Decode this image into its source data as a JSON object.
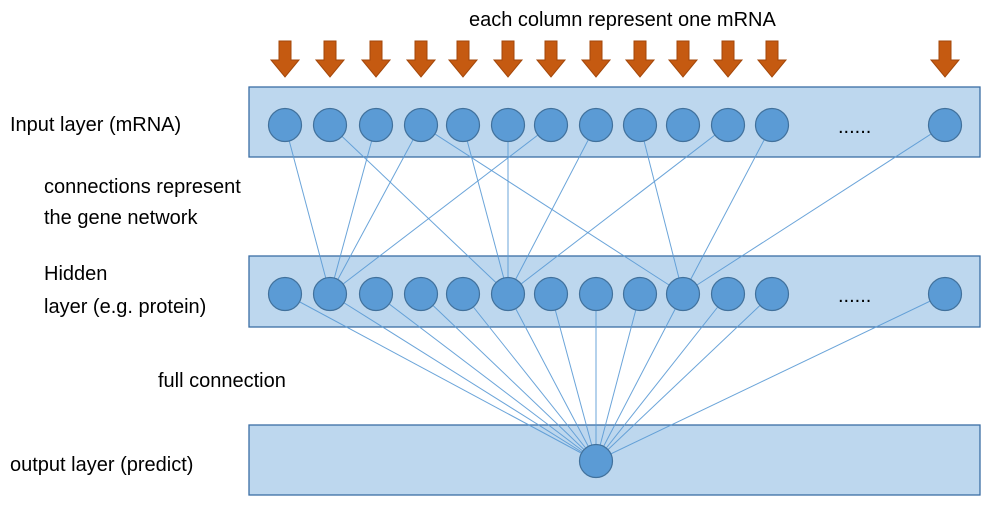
{
  "labels": {
    "header": "each column represent one mRNA",
    "input_layer": "Input layer (mRNA)",
    "connections_line1": "connections represent",
    "connections_line2": "the gene network",
    "hidden_line1": "Hidden",
    "hidden_line2": "layer (e.g. protein)",
    "full_connection": "full connection",
    "output_layer": "output layer (predict)",
    "input_ellipsis": "......",
    "hidden_ellipsis": "......"
  },
  "colors": {
    "layer_fill": "#bdd7ee",
    "node_fill": "#5b9bd5",
    "edge": "#5b9bd5",
    "arrow": "#c55a11"
  },
  "network": {
    "input_node_count": 13,
    "hidden_node_count": 13,
    "output_node_count": 1,
    "input_to_hidden_edges": [
      [
        0,
        1
      ],
      [
        1,
        5
      ],
      [
        2,
        1
      ],
      [
        3,
        1
      ],
      [
        3,
        9
      ],
      [
        4,
        5
      ],
      [
        5,
        5
      ],
      [
        6,
        1
      ],
      [
        7,
        5
      ],
      [
        8,
        9
      ],
      [
        10,
        5
      ],
      [
        11,
        9
      ],
      [
        12,
        9
      ]
    ],
    "hidden_to_output": "full"
  }
}
